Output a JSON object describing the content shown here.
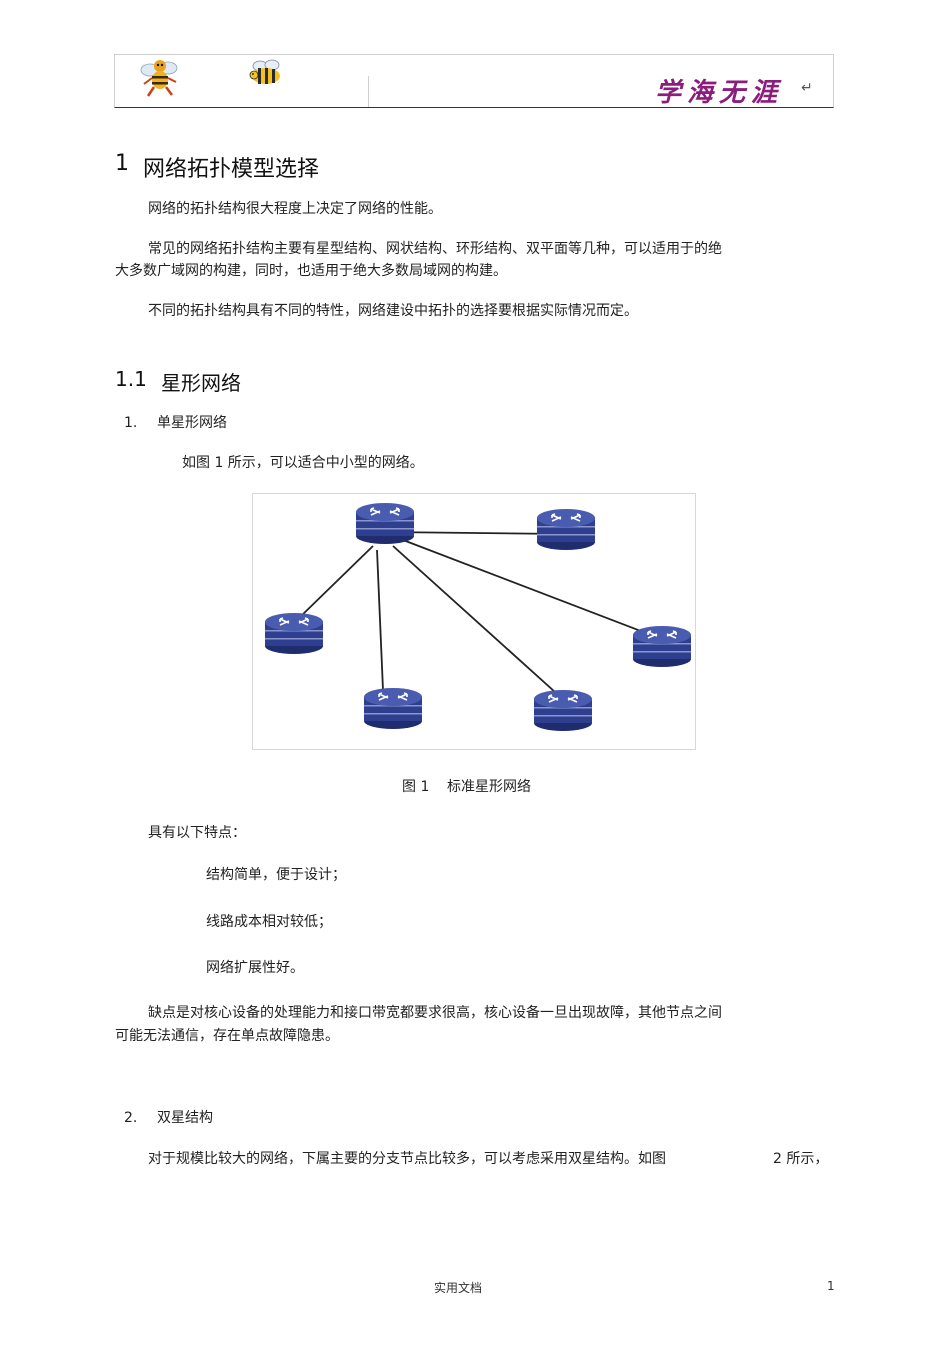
{
  "header": {
    "motto": "学海无涯",
    "return_mark": "↵"
  },
  "section1": {
    "number": "1",
    "title": "网络拓扑模型选择",
    "para1": "网络的拓扑结构很大程度上决定了网络的性能。",
    "para2_line1": "常见的网络拓扑结构主要有星型结构、网状结构、环形结构、双平面等几种，可以适用于的绝",
    "para2_line2": "大多数广域网的构建，同时，也适用于绝大多数局域网的构建。",
    "para3": "不同的拓扑结构具有不同的特性，网络建设中拓扑的选择要根据实际情况而定。"
  },
  "section1_1": {
    "number": "1.1",
    "title": "星形网络",
    "item1_num": "1.",
    "item1_title": "单星形网络",
    "item1_intro": "如图 1 所示，可以适合中小型的网络。",
    "figure_caption_num": "图 1",
    "figure_caption_text": "标准星形网络",
    "features_intro": "具有以下特点：",
    "features": [
      "结构简单，便于设计；",
      "线路成本相对较低；",
      "网络扩展性好。"
    ],
    "drawback_line1": "缺点是对核心设备的处理能力和接口带宽都要求很高，核心设备一旦出现故障，其他节点之间",
    "drawback_line2": "可能无法通信，存在单点故障隐患。",
    "item2_num": "2.",
    "item2_title": "双星结构",
    "item2_para_a": "对于规模比较大的网络，下属主要的分支节点比较多，可以考虑采用双星结构。如图",
    "item2_para_b": "2 所示，"
  },
  "footer": {
    "center": "实用文档",
    "page": "1"
  },
  "colors": {
    "router_body": "#2e3f8f",
    "router_top": "#4a5cb0",
    "motto": "#8a1d7e"
  }
}
